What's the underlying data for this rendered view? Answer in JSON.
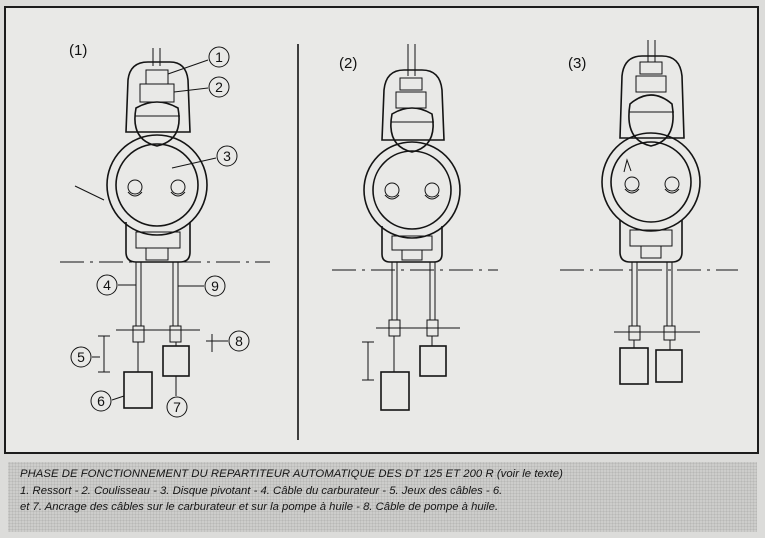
{
  "figure": {
    "panels": [
      {
        "label": "(1)"
      },
      {
        "label": "(2)"
      },
      {
        "label": "(3)"
      }
    ],
    "callouts": [
      "1",
      "2",
      "3",
      "4",
      "5",
      "6",
      "7",
      "8",
      "9"
    ]
  },
  "caption": {
    "title": "PHASE DE FONCTIONNEMENT DU REPARTITEUR AUTOMATIQUE DES DT 125 ET 200 R (voir le texte)",
    "legend_line1": "1. Ressort - 2. Coulisseau - 3. Disque pivotant - 4. Câble du carburateur - 5. Jeux des câbles - 6.",
    "legend_line2": "et 7. Ancrage des câbles sur le carburateur et sur la pompe à huile - 8. Câble de pompe à huile."
  },
  "colors": {
    "ink": "#141414",
    "paper": "#e9e9e7",
    "caption_bg": "#cdcdcb"
  }
}
